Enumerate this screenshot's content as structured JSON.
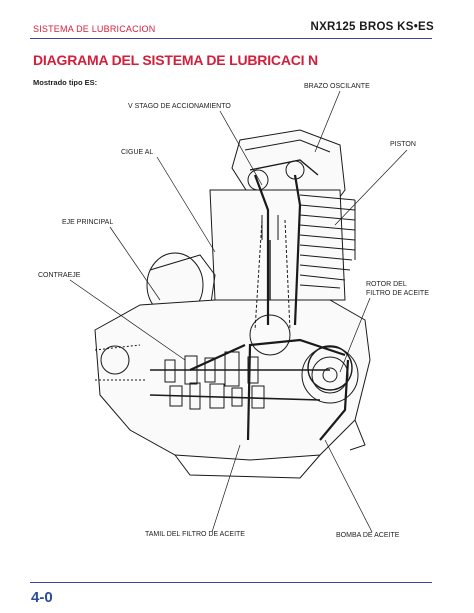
{
  "header": {
    "section": "SISTEMA DE LUBRICACION",
    "model": "NXR125 BROS KS•ES"
  },
  "title": "DIAGRAMA DEL SISTEMA DE LUBRICACI  N",
  "subtitle": "Mostrado tipo ES:",
  "labels": {
    "brazo": "BRAZO OSCILANTE",
    "vastago": "V  STAGO DE ACCIONAMIENTO",
    "piston": "PISTON",
    "ciguenal": "CIGUE   AL",
    "eje": "EJE PRINCIPAL",
    "contraeje": "CONTRAEJE",
    "rotor_line1": "ROTOR DEL",
    "rotor_line2": "FILTRO DE ACEITE",
    "tamil": "TAMIL DEL FILTRO DE ACEITE",
    "bomba": "BOMBA DE ACEITE"
  },
  "footer": {
    "page": "4-0"
  }
}
